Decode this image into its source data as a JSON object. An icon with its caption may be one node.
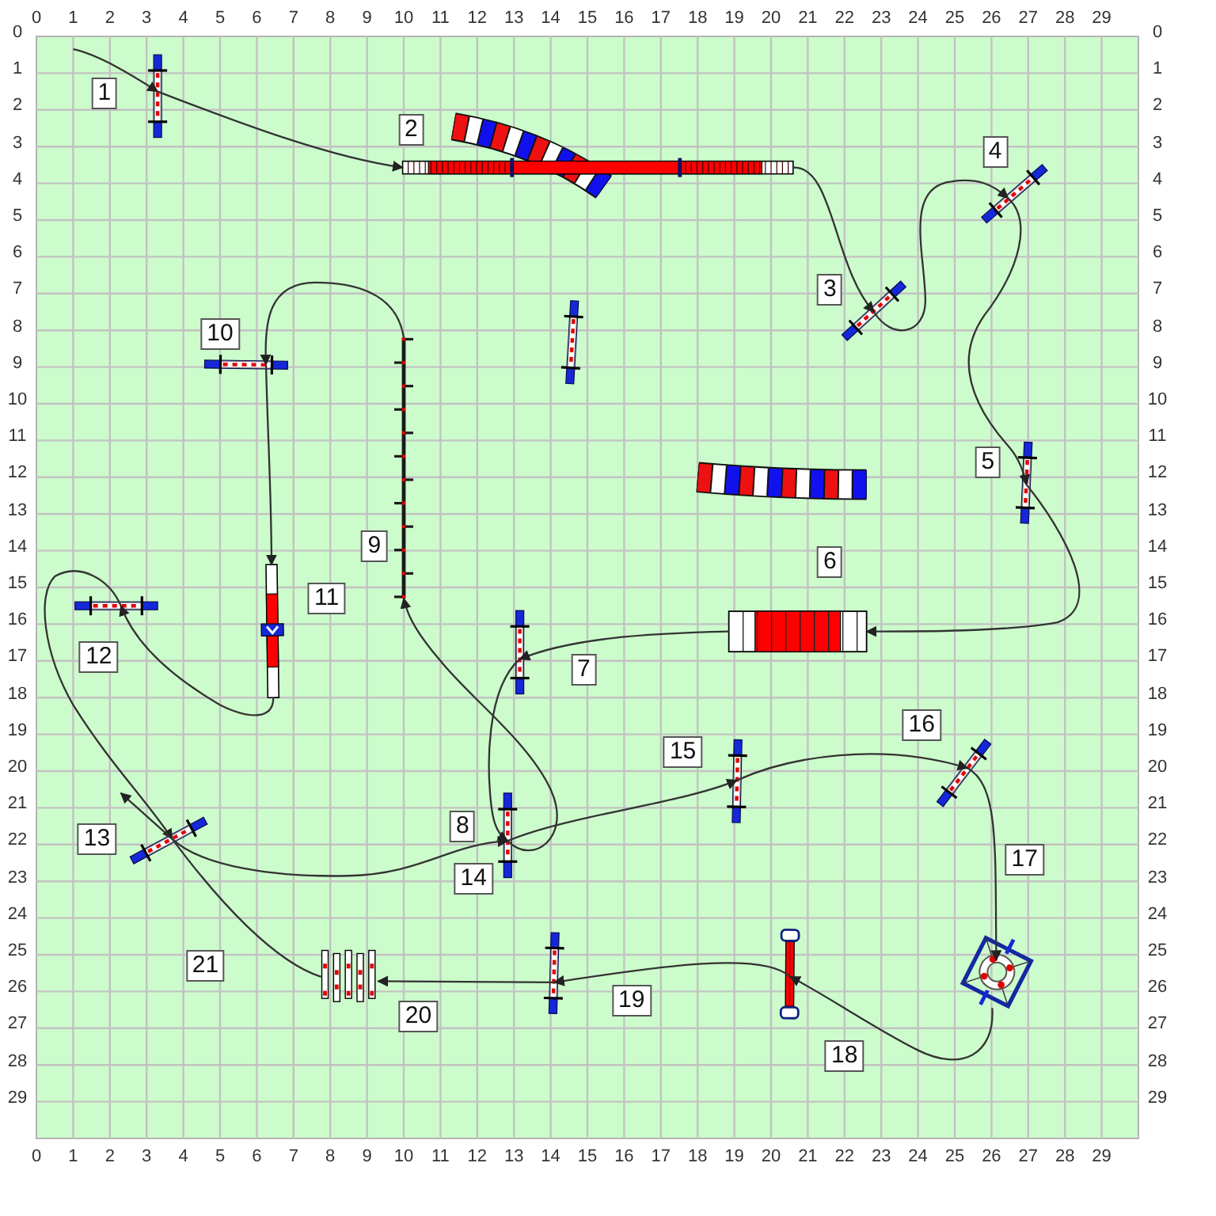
{
  "diagram": {
    "nodes": [
      {
        "text": [],
        "shape": "bar",
        "beside": [
          "1"
        ]
      },
      {
        "text": [],
        "shape": "cylinder"
      },
      {
        "text": [],
        "shape": "bar",
        "beside": [
          "2"
        ]
      },
      {
        "text": [],
        "shape": "bar",
        "beside": [
          "4"
        ]
      },
      {
        "text": [],
        "shape": "bar",
        "beside": [
          "3"
        ]
      },
      {
        "text": [],
        "shape": "bar"
      },
      {
        "text": [],
        "shape": "bar",
        "beside": [
          "9"
        ]
      },
      {
        "text": [],
        "shape": "bar",
        "beside": [
          "10"
        ]
      },
      {
        "text": [],
        "shape": "bar",
        "beside": [
          "5"
        ]
      },
      {
        "text": [],
        "shape": "cylinder"
      },
      {
        "text": [],
        "shape": "bar",
        "beside": [
          "11"
        ]
      },
      {
        "text": [],
        "shape": "bar",
        "beside": [
          "12"
        ]
      },
      {
        "text": [],
        "shape": "cylinder",
        "beside": [
          "6"
        ]
      },
      {
        "text": [],
        "shape": "bar",
        "beside": [
          "7"
        ]
      },
      {
        "text": [],
        "shape": "bar",
        "beside": [
          "15"
        ]
      },
      {
        "text": [],
        "shape": "bar",
        "beside": [
          "16"
        ]
      },
      {
        "text": [],
        "shape": "bar",
        "beside": [
          "8",
          "14"
        ]
      },
      {
        "text": [],
        "shape": "bar",
        "beside": [
          "13",
          "21"
        ]
      },
      {
        "text": [],
        "shape": "bar",
        "beside": [
          "20"
        ]
      },
      {
        "text": [],
        "shape": "bar",
        "beside": [
          "19"
        ]
      },
      {
        "text": [],
        "shape": "bar",
        "beside": [
          "18"
        ]
      },
      {
        "text": [],
        "shape": "box",
        "beside": [
          "17"
        ]
      }
    ],
    "edges": [
      {
        "from": null,
        "to": 0,
        "arrow": "to"
      },
      {
        "from": 0,
        "to": 2,
        "arrow": "to"
      },
      {
        "from": 2,
        "to": 4,
        "arrow": "to"
      },
      {
        "from": 4,
        "to": 3,
        "arrow": "to"
      },
      {
        "from": 3,
        "to": 8,
        "arrow": "to"
      },
      {
        "from": 8,
        "to": 12,
        "arrow": "to"
      },
      {
        "from": 12,
        "to": 13,
        "arrow": "to"
      },
      {
        "from": 13,
        "to": 16,
        "arrow": "to"
      },
      {
        "from": 16,
        "to": 6,
        "arrow": "to"
      },
      {
        "from": 6,
        "to": 7,
        "arrow": "to"
      },
      {
        "from": 7,
        "to": 10,
        "arrow": "to"
      },
      {
        "from": 10,
        "to": 11,
        "arrow": "to"
      },
      {
        "from": 11,
        "to": 17,
        "arrow": "to"
      },
      {
        "from": 17,
        "to": 16,
        "arrow": "to"
      },
      {
        "from": 16,
        "to": 14,
        "arrow": "to"
      },
      {
        "from": 14,
        "to": 15,
        "arrow": "to"
      },
      {
        "from": 15,
        "to": 21,
        "arrow": "to"
      },
      {
        "from": 21,
        "to": 20,
        "arrow": "to"
      },
      {
        "from": 20,
        "to": 19,
        "arrow": "to"
      },
      {
        "from": 19,
        "to": 18,
        "arrow": "to"
      },
      {
        "from": 18,
        "to": 17,
        "arrow": "none"
      },
      {
        "from": 17,
        "to": null,
        "arrow": "to"
      }
    ],
    "labels": [
      "0",
      "1",
      "2",
      "3",
      "4",
      "5",
      "6",
      "7",
      "8",
      "9",
      "10",
      "11",
      "12",
      "13",
      "14",
      "15",
      "16",
      "17",
      "18",
      "19",
      "20",
      "21",
      "22",
      "23",
      "24",
      "25",
      "26",
      "27",
      "28",
      "29",
      "0",
      "1",
      "2",
      "3",
      "4",
      "5",
      "6",
      "7",
      "8",
      "9",
      "10",
      "11",
      "12",
      "13",
      "14",
      "15",
      "16",
      "17",
      "18",
      "19",
      "20",
      "21",
      "22",
      "23",
      "24",
      "25",
      "26",
      "27",
      "28",
      "29",
      "0",
      "1",
      "2",
      "3",
      "4",
      "5",
      "6",
      "7",
      "8",
      "9",
      "10",
      "11",
      "12",
      "13",
      "14",
      "15",
      "16",
      "17",
      "18",
      "19",
      "20",
      "21",
      "22",
      "23",
      "24",
      "25",
      "26",
      "27",
      "28",
      "29",
      "0",
      "1",
      "2",
      "3",
      "4",
      "5",
      "6",
      "7",
      "8",
      "9",
      "10",
      "11",
      "12",
      "13",
      "14",
      "15",
      "16",
      "17",
      "18",
      "19",
      "20",
      "21",
      "22",
      "23",
      "24",
      "25",
      "26",
      "27",
      "28",
      "29"
    ]
  }
}
